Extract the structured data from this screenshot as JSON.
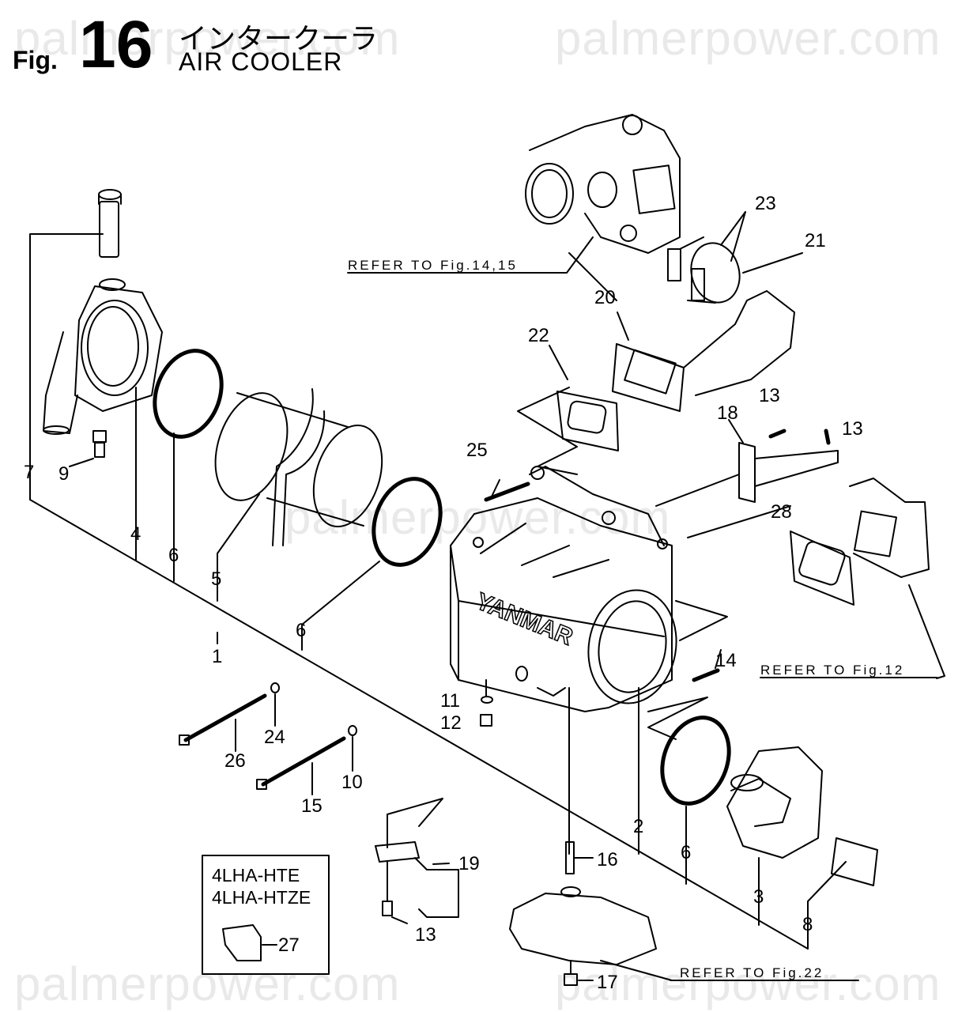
{
  "watermarks": [
    "palmerpower.com",
    "palmerpower.com",
    "palmerpower.com",
    "palmerpower.com",
    "palmerpower.com"
  ],
  "header": {
    "fig_prefix": "Fig.",
    "fig_number": "16",
    "title_jp": "インタークーラ",
    "title_en": "AIR COOLER"
  },
  "part_numbers": {
    "p1": "1",
    "p2": "2",
    "p3": "3",
    "p4": "4",
    "p5": "5",
    "p6a": "6",
    "p6b": "6",
    "p6c": "6",
    "p7": "7",
    "p8": "8",
    "p9": "9",
    "p10": "10",
    "p11": "11",
    "p12": "12",
    "p13a": "13",
    "p13b": "13",
    "p13c": "13",
    "p14": "14",
    "p15": "15",
    "p16": "16",
    "p17": "17",
    "p18": "18",
    "p19": "19",
    "p20": "20",
    "p21": "21",
    "p22": "22",
    "p23": "23",
    "p24": "24",
    "p25": "25",
    "p26": "26",
    "p27": "27",
    "p28": "28"
  },
  "references": {
    "fig14_15": "REFER TO Fig.14,15",
    "fig12": "REFER TO Fig.12",
    "fig22": "REFER TO Fig.22"
  },
  "brand": {
    "casting_logo": "YANMAR"
  },
  "model_box": {
    "line1": "4LHA-HTE",
    "line2": "4LHA-HTZE"
  }
}
